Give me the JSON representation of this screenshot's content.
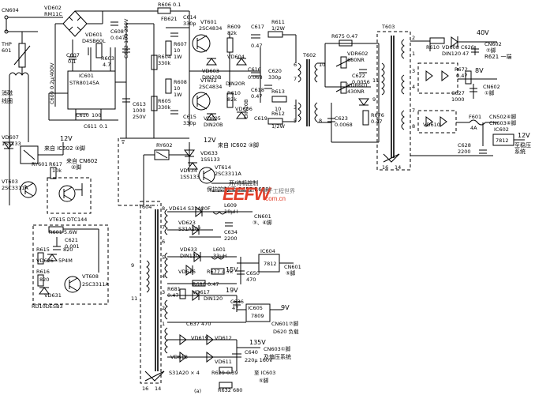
{
  "connectors": {
    "cn604": "CN604",
    "cn602_top": "CN602",
    "cn602_top_pin": "②脚",
    "cn602_mid": "CN602",
    "cn602_mid_pin": "①脚",
    "cn502": "CN502④脚",
    "cn603_pin4": "CN603④脚",
    "cn601_pin34": "CN601",
    "cn601_pin34_b": "③、④脚",
    "cn601_pin5": "CN601",
    "cn601_pin5_b": "⑤脚",
    "cn601_pin7": "CN601⑦脚",
    "d620_load": "D620 负载",
    "cn603_pin1": "CN603①脚",
    "cn603_pin1_b": "及偏压系统",
    "ic603_pin5": "至 IC603",
    "ic603_pin5_b": "⑤脚"
  },
  "voltages": {
    "v40": "40V",
    "v8": "8V",
    "v12_out": "12V",
    "v12_ry": "12V",
    "v15": "15V",
    "v19": "19V",
    "v9": "9V",
    "v135": "135V"
  },
  "labels": {
    "degauss_1": "消磁",
    "degauss_2": "线圈",
    "from_ic602_3": "来自 IC602 ③脚",
    "from_cn602_2": "来自 CN602",
    "from_cn602_2b": "②脚",
    "from_ic602_3_b": "来自 IC602 ③脚",
    "power_standby": "开/待机控制",
    "protect_ctrl": "保护控制(至 R657,R658)",
    "to_12v_sys": "至稳压",
    "to_12v_sys_b": "系统",
    "r621_end": "R621 一端",
    "caption": "(a)",
    "thp601": "THP",
    "thp601_b": "601"
  },
  "components": {
    "vd602": "VD602",
    "rm11c": "RM11C",
    "vd601": "VD601",
    "d4sb60l": "D4SB60L",
    "c608": "C608",
    "c608_v": "0.047",
    "r606": "R606 0.1",
    "fb621": "FB621",
    "c607": "C607",
    "c607_v": "0.1",
    "r603": "R603",
    "r603_v": "4.7",
    "c612": "C612 100 250V",
    "c609": "C609 0.2μ/400V",
    "ic601": "IC601",
    "str": "STR80145A",
    "c610": "C610",
    "c610_v": "100",
    "c611": "C611",
    "c611_v": "0.1",
    "c613": "C613",
    "c613_v1": "1000",
    "c613_v2": "250V",
    "r604": "R604",
    "r604_v": "330k",
    "r605": "R605",
    "r605_v": "330k",
    "c614": "C614",
    "c614_v": "330p",
    "r607": "R607",
    "r607_v": "10",
    "r607_w": "1W",
    "r608": "R608",
    "r608_v": "10",
    "r608_w": "1W",
    "c615": "C615",
    "c615_v": "330p",
    "vt601": "VT601",
    "vt601_m": "2SC4834",
    "vt602": "VT602",
    "vt602_m": "2SC4834",
    "vd603": "VD603",
    "vd603_m": "DIN20B",
    "vd604": "VD604",
    "vd605": "VD605",
    "vd605_m": "DIN20B",
    "vd606": "VD606",
    "din20r": "DIN20R",
    "din20b_v": "DIN20B",
    "r609": "R609",
    "r609_v": "82k",
    "r610": "R610",
    "r610_v": "82k",
    "c617": "C617",
    "c617_v": "0.47",
    "r611": "R611",
    "r611_v": "1/2W",
    "c616": "C616",
    "c616_v": "0.068",
    "c620": "C620",
    "c620_v": "330p",
    "c618": "C618",
    "c618_v": "0.47",
    "r613": "R613",
    "r613_v": "10",
    "r612": "R612",
    "r612_v": "1/2W",
    "c619": "C619",
    "t602": "T602",
    "r675": "R675 0.47",
    "vdr602": "VDR602",
    "vdr602_v": "680NR",
    "vdr601": "VDR601",
    "vdr601_v": "430NR",
    "c622": "C622",
    "c622_v": "0.0056",
    "c623": "C623",
    "c623_v": "0.0068",
    "r676": "R676",
    "r676_v": "0.47",
    "t603": "T603",
    "r610b": "R610",
    "vd608": "VD608",
    "vd608_m": "DIN120",
    "c626": "C626",
    "c626_v": "47",
    "r672": "R672",
    "r672_v": "0.47",
    "c627": "C627",
    "c627_v": "1000",
    "vd610": "VD610",
    "f601": "F601",
    "f601_v": "4A",
    "c628": "C628",
    "c628_v": "2200",
    "ic602": "IC602",
    "ic602_m": "7812",
    "vd607": "VD607",
    "vd607_m": "1SS133",
    "ry601": "RY601",
    "r617": "R617",
    "r617_v": "10k",
    "vt603": "VT603",
    "vt603_m": "2SC3311A",
    "vt615": "VT615 DTC144",
    "r601": "R601 5.6W",
    "c621": "C621",
    "c621_v": "0.001",
    "r615": "R615",
    "r615_v": "820",
    "vd626": "VD626",
    "vd626_m": "5P4M",
    "r616": "R616",
    "r616_v": "820",
    "vd631": "VD631",
    "vt608": "VT608",
    "vt608_m": "2SC3311A",
    "rd10": "RD10DESB3",
    "ry602": "RY602",
    "vd633": "VD633",
    "vd633_m": "1SS133",
    "vd634": "VD634",
    "vd634_m": "1SS133",
    "vt614": "VT614",
    "vt614_m": "2SC3311A",
    "t604": "T604",
    "vd614": "VD614 S31A20F",
    "vd623": "VD623",
    "vd623_m": "S31A20F",
    "l609": "L609",
    "l609_v": "18μH",
    "c634": "C634",
    "c634_v": "2200",
    "vd633b": "VD633",
    "vd633b_m": "DIN120",
    "l601": "L601",
    "l601_v": "33μH",
    "vd616": "VD616",
    "r677": "R677 4.7k",
    "c650": "C650",
    "c650_v": "470",
    "ic604": "IC604",
    "ic604_m": "7812",
    "r680": "R680 0.47",
    "r681": "R681",
    "r681_v": "0.47",
    "vd617": "VD617",
    "vd617_m": "DIN120",
    "c636": "C636",
    "c636_v": "47",
    "ic605": "IC605",
    "ic605_m": "7809",
    "c637": "C637 470",
    "vd619": "VD619",
    "vd612": "VD612",
    "vd618": "VD618",
    "vd611": "VD611",
    "c640": "C640",
    "c640_v": "220μ 160V",
    "r629": "R629 0.39",
    "r632": "R632 680",
    "s31": "S31A20 × 4"
  },
  "watermark": {
    "logo": "EEFW",
    "cn": "电子工程世界",
    "url": ".com.cn"
  }
}
